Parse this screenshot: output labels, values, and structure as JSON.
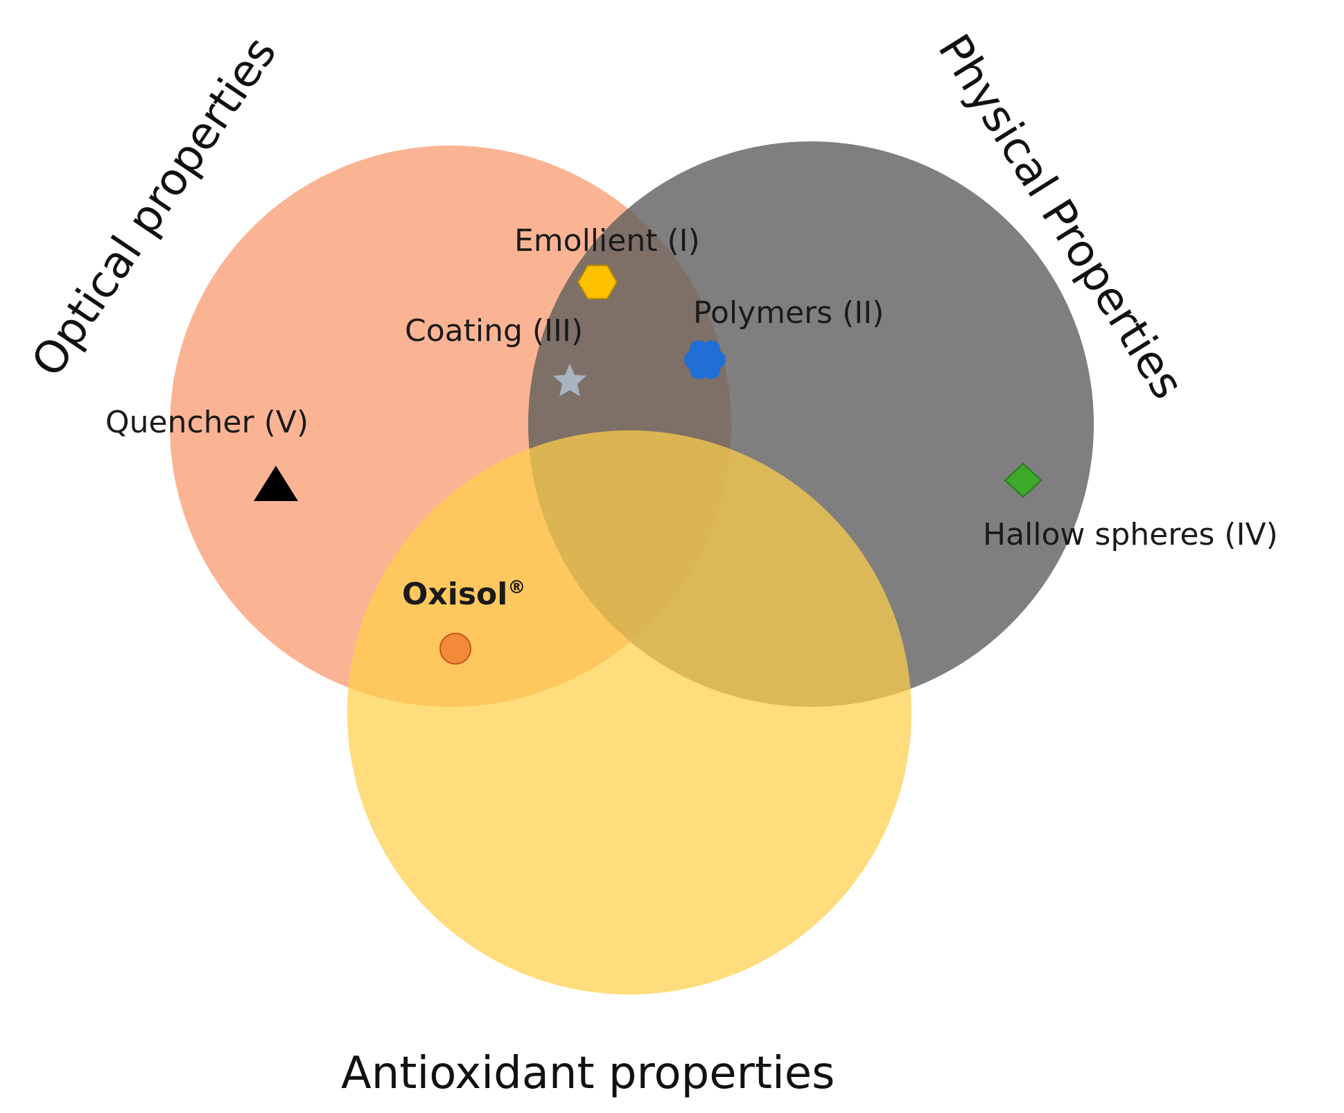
{
  "sets": [
    {
      "id": "optical",
      "label": "Optical properties",
      "color": "#F9A47D"
    },
    {
      "id": "physical",
      "label": "Physical Properties",
      "color": "#5B5B5B"
    },
    {
      "id": "antioxidant",
      "label": "Antioxidant properties",
      "color": "#FFD04A"
    }
  ],
  "items": [
    {
      "id": "emollient",
      "label": "Emollient (I)",
      "marker": "hexagon-icon",
      "color": "#FFC000"
    },
    {
      "id": "polymers",
      "label": "Polymers (II)",
      "marker": "flower-icon",
      "color": "#1F6FD6"
    },
    {
      "id": "coating",
      "label": "Coating (III)",
      "marker": "star-icon",
      "color": "#A9B4C2"
    },
    {
      "id": "hallow_spheres",
      "label": "Hallow spheres (IV)",
      "marker": "diamond-icon",
      "color": "#3DAA2A"
    },
    {
      "id": "quencher",
      "label": "Quencher (V)",
      "marker": "triangle-icon",
      "color": "#000000"
    },
    {
      "id": "oxisol",
      "label": "Oxisol",
      "label_sup": "®",
      "marker": "circle-icon",
      "color": "#F28A3A"
    }
  ]
}
